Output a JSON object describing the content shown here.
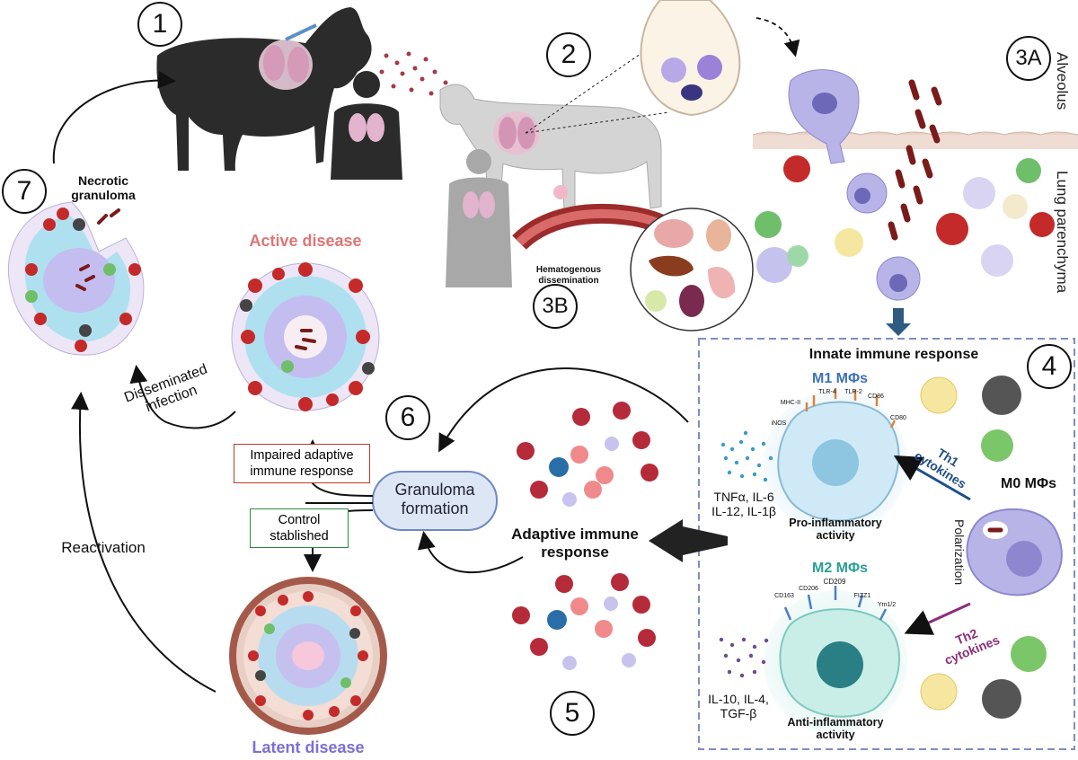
{
  "steps": {
    "s1": "1",
    "s2": "2",
    "s3a": "3A",
    "s3b": "3B",
    "s4": "4",
    "s5": "5",
    "s6": "6",
    "s7": "7"
  },
  "locations": {
    "alveolus": "Alveolus",
    "lung_parenchyma": "Lung parenchyma"
  },
  "labels": {
    "necrotic_granuloma": "Necrotic granuloma",
    "active_disease": "Active disease",
    "latent_disease": "Latent disease",
    "disseminated_infection": "Disseminated infection",
    "reactivation": "Reactivation",
    "impaired_response": "Impaired adaptive immune response",
    "control_established": "Control stablished",
    "granuloma_formation": "Granuloma formation",
    "adaptive_response": "Adaptive immune response",
    "hematogenous_dissemination": "Hematogenous dissemination",
    "innate_response": "Innate immune response",
    "m1": "M1 MΦs",
    "m2": "M2 MΦs",
    "m0": "M0 MΦs",
    "th1": "Th1 cytokines",
    "th2": "Th2 cytokines",
    "polarization": "Polarization",
    "m1_cytokines": "TNFα, IL-6 IL-12, IL-1β",
    "m2_cytokines": "IL-10, IL-4, TGF-β",
    "pro_inflammatory": "Pro-inflammatory activity",
    "anti_inflammatory": "Anti-inflammatory activity"
  },
  "receptors_m1": [
    "MHC-II",
    "TLR-4",
    "TLR-2",
    "CD86",
    "CD80",
    "iNOS"
  ],
  "receptors_m2": [
    "CD163",
    "CD206",
    "CD209",
    "FIZZ1",
    "Ym1/2"
  ],
  "colors": {
    "active_title": "#e07575",
    "latent_title": "#7b6fd6",
    "m1_title": "#3f6fb5",
    "m2_title": "#2a9e94",
    "th1": "#1f4e8a",
    "th2": "#8a2f7a",
    "impaired_border": "#c0392b",
    "control_border": "#2e8b3e",
    "granuloma_fill": "#dde6f5",
    "innate_border": "#7b8fbf",
    "bacilli": "#7a1b1b"
  }
}
